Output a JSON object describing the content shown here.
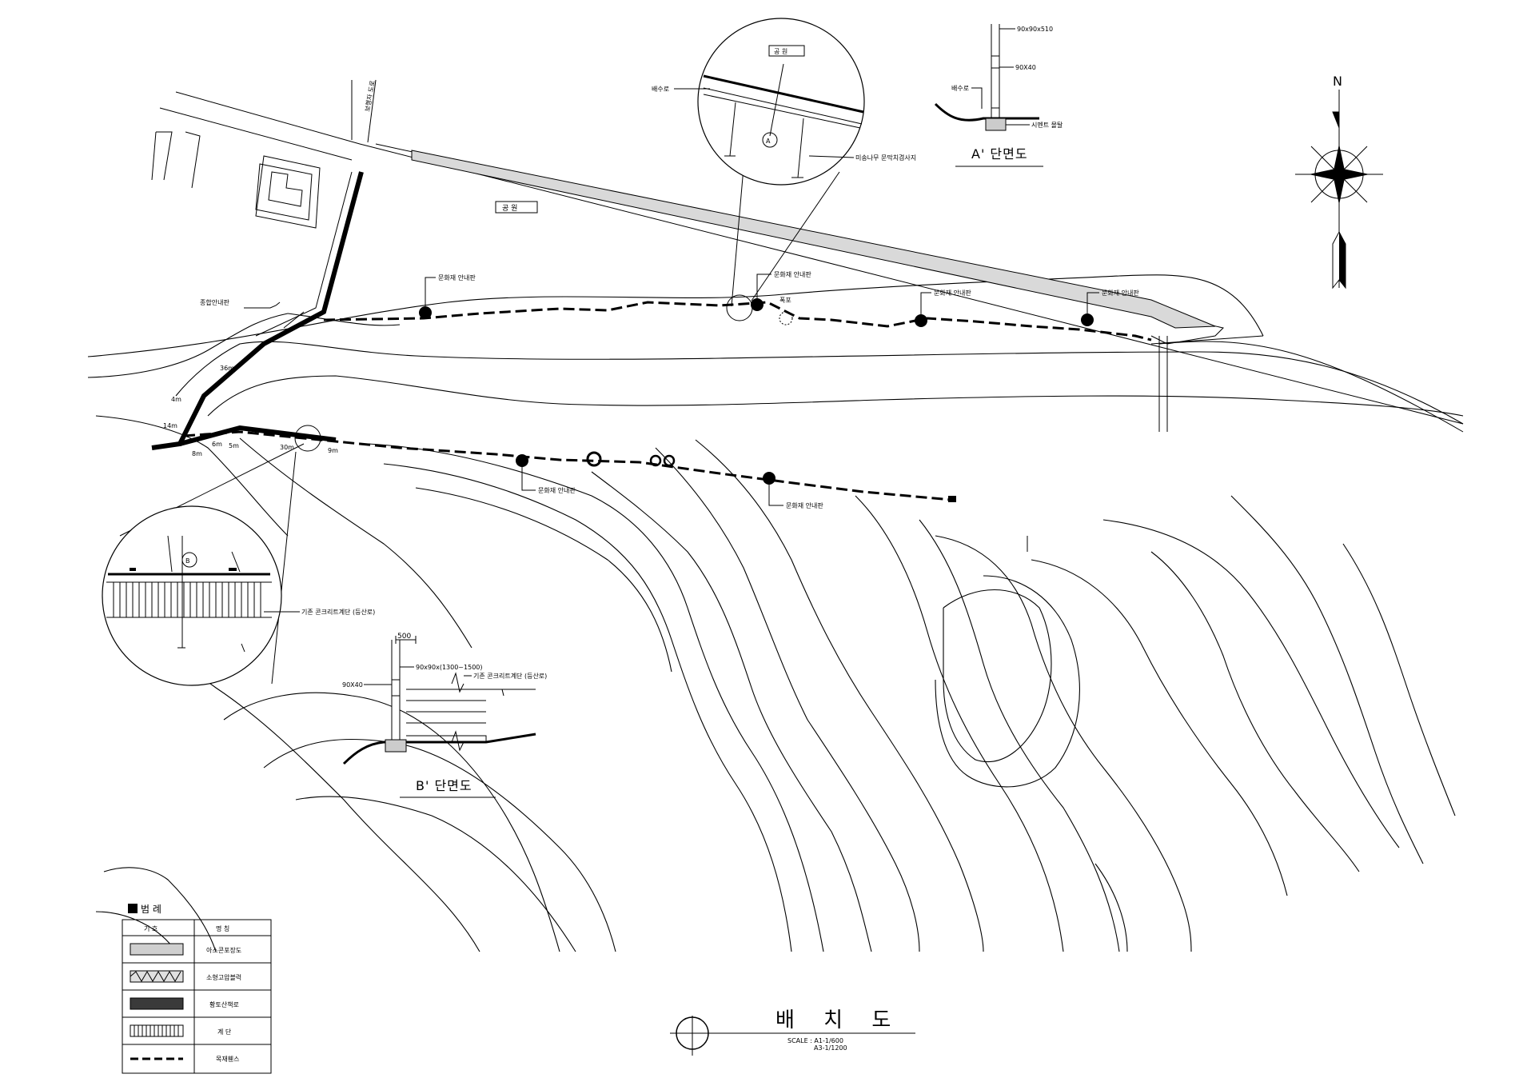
{
  "drawing": {
    "title": "배 치 도",
    "scale_line1": "SCALE : A1-1/600",
    "scale_line2": "A3-1/1200"
  },
  "north_arrow": {
    "label": "N"
  },
  "map_labels": {
    "park_main": "공 원",
    "park_detail": "공 원",
    "road_vertical": "보행자 도로",
    "general_sign": "종합안내판",
    "cultural_sign_1": "문화재 안내판",
    "cultural_sign_2": "문화재 안내판",
    "cultural_sign_3": "문화재 안내판",
    "cultural_sign_4": "문화재 안내판",
    "cultural_sign_5": "문화재 안내판",
    "cultural_sign_6": "문화재 안내판",
    "waterfall": "폭포",
    "drainage_detail": "배수로",
    "tree_fence_detail": "미송나무 문막치겸사지",
    "dim_36m": "36m",
    "dim_4m": "4m",
    "dim_14m": "14m",
    "dim_8m": "8m",
    "dim_6m": "6m",
    "dim_5m": "5m",
    "dim_30m": "30m",
    "dim_9m": "9m"
  },
  "detail_a": {
    "marker": "A",
    "section_title": "A' 단면도",
    "post_dim": "90x90x510",
    "rail_dim": "90X40",
    "drain_label": "배수로",
    "cement_label": "시멘트 몰탈"
  },
  "detail_b": {
    "marker": "B",
    "stair_label": "기존 콘크리트계단 (등산로)",
    "section_title": "B' 단면도",
    "width_dim": "500",
    "post_dim": "90x90x(1300~1500)",
    "rail_dim": "90X40",
    "stair_label_2": "기존 콘크리트계단 (등산로)"
  },
  "legend": {
    "title": "범  례",
    "col_symbol": "기  호",
    "col_name": "명  칭",
    "rows": [
      {
        "name": "아스콘포장도",
        "symbol": "dotted-hatch"
      },
      {
        "name": "소형고압블럭",
        "symbol": "zigzag-hatch"
      },
      {
        "name": "황토산책로",
        "symbol": "dark-dotted"
      },
      {
        "name": "계  단",
        "symbol": "vertical-lines"
      },
      {
        "name": "목재휀스",
        "symbol": "dashed-line"
      }
    ]
  }
}
